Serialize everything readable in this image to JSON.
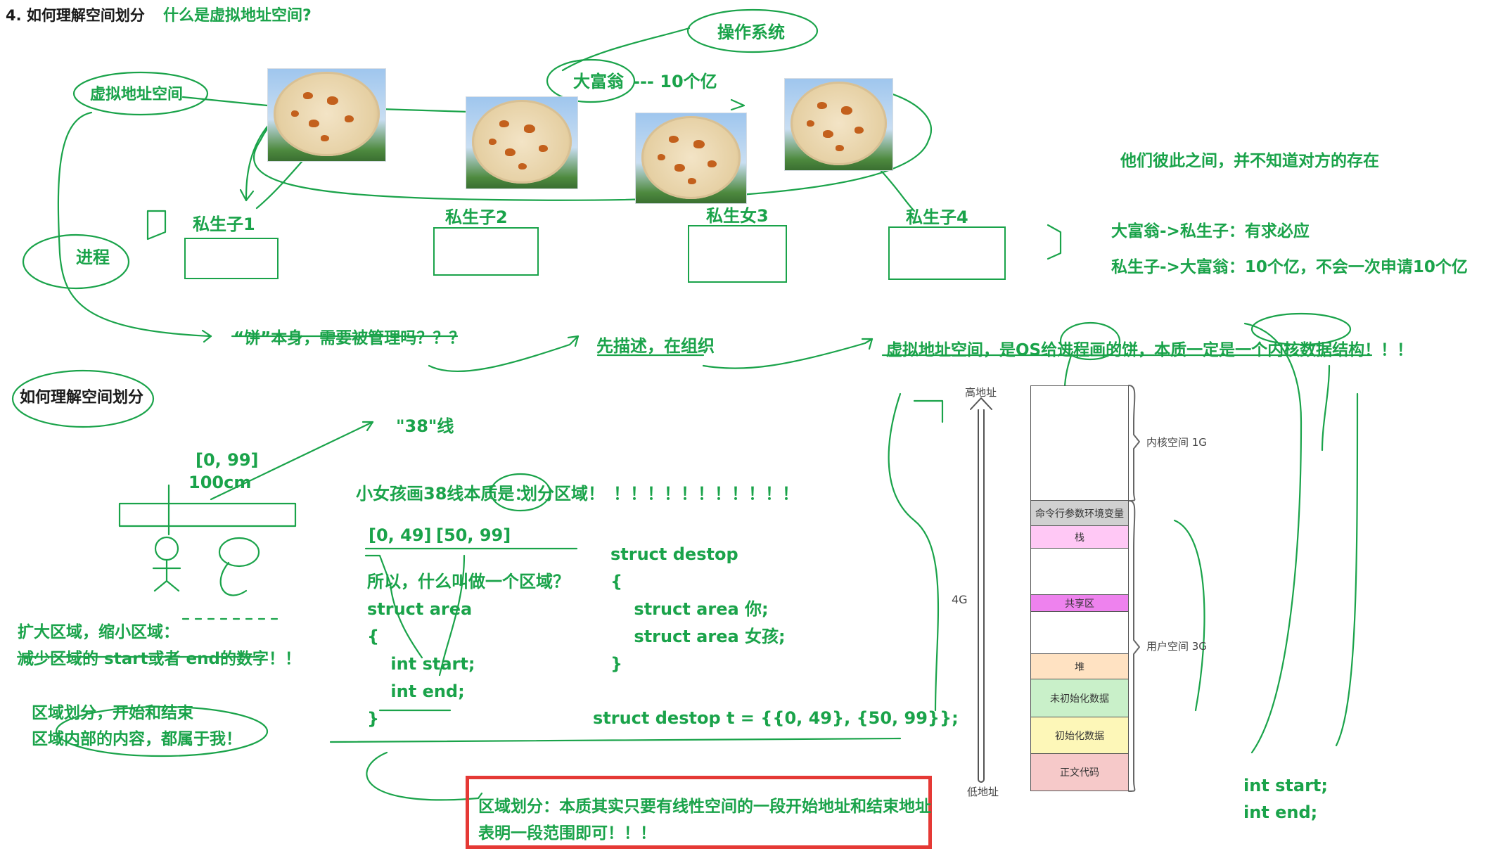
{
  "heading": {
    "number_title": "4. 如何理解空间划分",
    "subtitle": "什么是虚拟地址空间?"
  },
  "top": {
    "os": "操作系统",
    "rich_man": "大富翁",
    "amount": "--- 10个亿",
    "virtual_space": "虚拟地址空间",
    "process": "进程",
    "children": [
      "私生子1",
      "私生子2",
      "私生女3",
      "私生子4"
    ]
  },
  "notes": {
    "unaware": "他们彼此之间，并不知道对方的存在",
    "rich_to_child": "大富翁->私生子：有求必应",
    "child_to_rich": "私生子->大富翁：10个亿，不会一次申请10个亿",
    "cake_managed": "“饼”本身，需要被管理吗？？？",
    "describe_organize": "先描述，在组织",
    "vas_essence": "虚拟地址空间，是OS给进程画的饼，本质一定是一个内核数据结构！！！",
    "how_understand": "如何理解空间划分",
    "line38": "\"38\"线",
    "range_0_99": "[0, 99]",
    "length": "100cm",
    "girl_line": "小女孩画38线本质是：",
    "divide_area": "划分区域！",
    "bangs": "！！！！！！！！！！！",
    "range_a": "[0, 49]",
    "range_b": "[50, 99]",
    "expand_shrink": "扩大区域，缩小区域：",
    "reduce_start_end": "减少区域的 start或者 end的数字！！",
    "divide_begin_end": "区域划分，开始和结束",
    "belongs_me": "区域内部的内容，都属于我！",
    "conclusion_1": "区域划分：本质其实只要有线性空间的一段开始地址和结束地址",
    "conclusion_2": "表明一段范围即可！！！"
  },
  "code_area": [
    "所以，什么叫做一个区域？",
    "struct area",
    "{",
    "    int start;",
    "    int end;",
    "}"
  ],
  "code_destop": [
    "struct destop",
    "{",
    "    struct area 你;",
    "    struct area 女孩;",
    "}"
  ],
  "code_init": "struct destop t = {{0, 49}, {50, 99}};",
  "right_code": [
    "int start;",
    "int end;"
  ],
  "memory": {
    "high_addr": "高地址",
    "low_addr": "低地址",
    "total": "4G",
    "kernel_label": "内核空间 1G",
    "user_label": "用户空间 3G",
    "segments": [
      {
        "label": "",
        "color": "#ffffff"
      },
      {
        "label": "命令行参数环境变量",
        "color": "#d0d0d0"
      },
      {
        "label": "栈",
        "color": "#ffc8f5"
      },
      {
        "label": "",
        "color": "#ffffff"
      },
      {
        "label": "共享区",
        "color": "#ee82ee"
      },
      {
        "label": "",
        "color": "#ffffff"
      },
      {
        "label": "堆",
        "color": "#ffe2c2"
      },
      {
        "label": "未初始化数据",
        "color": "#c9f0c9"
      },
      {
        "label": "初始化数据",
        "color": "#fdf7b8"
      },
      {
        "label": "正文代码",
        "color": "#f6c9c9"
      }
    ]
  },
  "colors": {
    "ink": "#1aa34a",
    "highlight_box": "#e53935",
    "arrow": "#5a62e0"
  }
}
